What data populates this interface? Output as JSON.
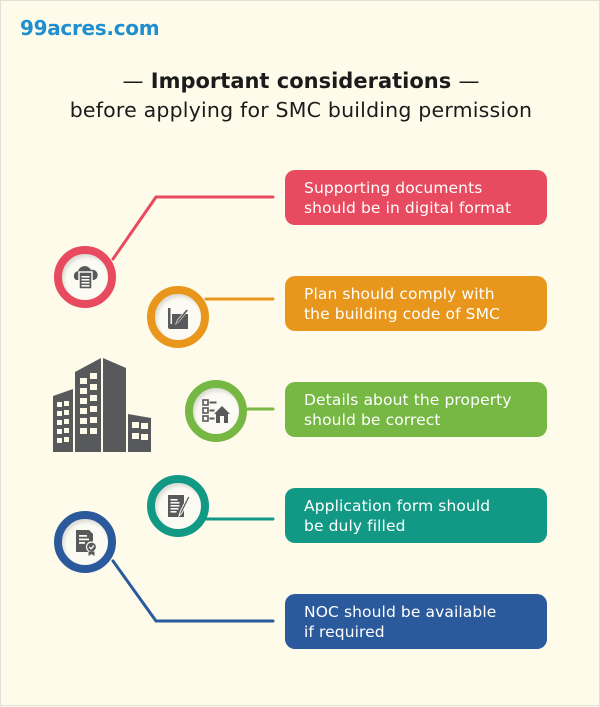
{
  "brand": {
    "logo_text": "99acres.com",
    "color": "#1f8fd0"
  },
  "header": {
    "title_dash_left": "—",
    "title_main": "Important considerations",
    "title_dash_right": "—",
    "subtitle": "before applying for SMC building permission"
  },
  "items": [
    {
      "line1": "Supporting documents",
      "line2": "should be in digital format",
      "color": "#e84a5f",
      "icon": "cloud-document-icon"
    },
    {
      "line1": "Plan should comply with",
      "line2": "the building code of SMC",
      "color": "#e8961c",
      "icon": "blueprint-pen-icon"
    },
    {
      "line1": "Details about the property",
      "line2": "should be correct",
      "color": "#76b843",
      "icon": "checklist-house-icon"
    },
    {
      "line1": "Application form should",
      "line2": "be duly filled",
      "color": "#129985",
      "icon": "form-pen-icon"
    },
    {
      "line1": "NOC should be available",
      "line2": "if required",
      "color": "#2a5a9c",
      "icon": "certificate-icon"
    }
  ],
  "illustration": {
    "icon": "buildings-icon",
    "color": "#58595b"
  }
}
